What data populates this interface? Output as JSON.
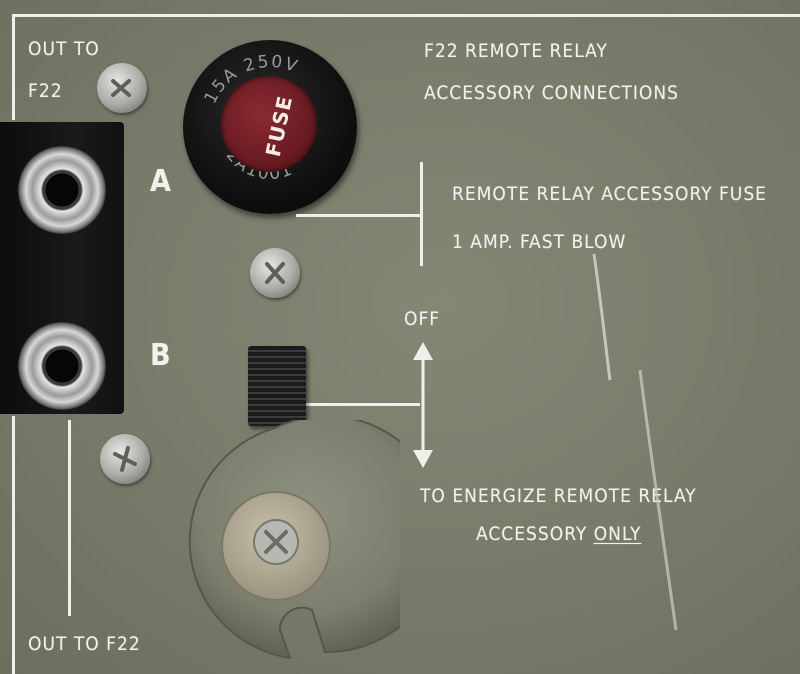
{
  "labels": {
    "out_to": "OUT TO",
    "f22": "F22",
    "title_line1": "F22 REMOTE RELAY",
    "title_line2": "ACCESSORY CONNECTIONS",
    "jack_a": "A",
    "jack_b": "B",
    "fuse_line1": "REMOTE RELAY ACCESSORY FUSE",
    "fuse_line2": "1 AMP. FAST BLOW",
    "off": "OFF",
    "energize_line1": "TO ENERGIZE REMOTE RELAY",
    "energize_line2_prefix": "ACCESSORY ",
    "energize_line2_emph": "ONLY",
    "out_to_f22_bottom": "OUT TO F22"
  },
  "fuse": {
    "word": "FUSE",
    "rating": "15A 250V",
    "part": "2A1001"
  },
  "colors": {
    "panel": "#7b7d6c",
    "print": "#f2f2ec",
    "fuse_cap": "#6a1b22",
    "jack_block": "#121212"
  }
}
